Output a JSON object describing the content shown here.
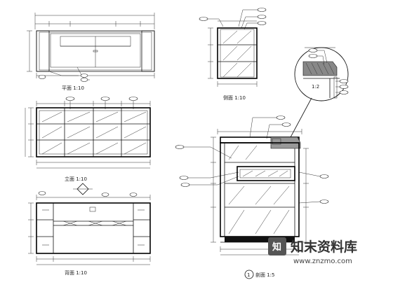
{
  "views": {
    "plan_caption": "平面 1:10",
    "front_caption": "立面 1:10",
    "rear_caption": "背面 1:10",
    "side_caption": "侧面 1:10",
    "section_caption": "剖面 1:5",
    "section_marker": "1",
    "detail_caption": "1:2"
  },
  "watermark": {
    "name": "知末资料库",
    "url": "www.znzmo.com",
    "mark": "知"
  }
}
